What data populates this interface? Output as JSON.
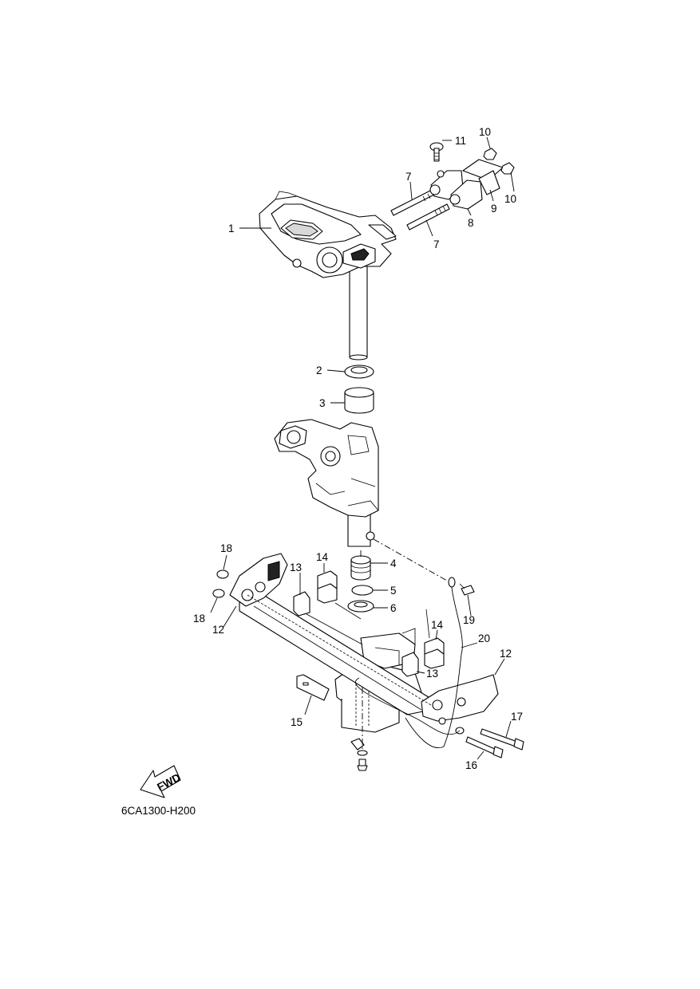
{
  "diagram": {
    "code": "6CA1300-H200",
    "fwd_label": "FWD",
    "callouts": [
      {
        "id": "c1",
        "text": "1"
      },
      {
        "id": "c2",
        "text": "2"
      },
      {
        "id": "c3",
        "text": "3"
      },
      {
        "id": "c4",
        "text": "4"
      },
      {
        "id": "c5",
        "text": "5"
      },
      {
        "id": "c6",
        "text": "6"
      },
      {
        "id": "c7a",
        "text": "7"
      },
      {
        "id": "c7b",
        "text": "7"
      },
      {
        "id": "c8",
        "text": "8"
      },
      {
        "id": "c9",
        "text": "9"
      },
      {
        "id": "c10a",
        "text": "10"
      },
      {
        "id": "c10b",
        "text": "10"
      },
      {
        "id": "c11",
        "text": "11"
      },
      {
        "id": "c12a",
        "text": "12"
      },
      {
        "id": "c12b",
        "text": "12"
      },
      {
        "id": "c13a",
        "text": "13"
      },
      {
        "id": "c13b",
        "text": "13"
      },
      {
        "id": "c14a",
        "text": "14"
      },
      {
        "id": "c14b",
        "text": "14"
      },
      {
        "id": "c15",
        "text": "15"
      },
      {
        "id": "c16",
        "text": "16"
      },
      {
        "id": "c17",
        "text": "17"
      },
      {
        "id": "c18a",
        "text": "18"
      },
      {
        "id": "c18b",
        "text": "18"
      },
      {
        "id": "c19",
        "text": "19"
      },
      {
        "id": "c20",
        "text": "20"
      }
    ]
  }
}
